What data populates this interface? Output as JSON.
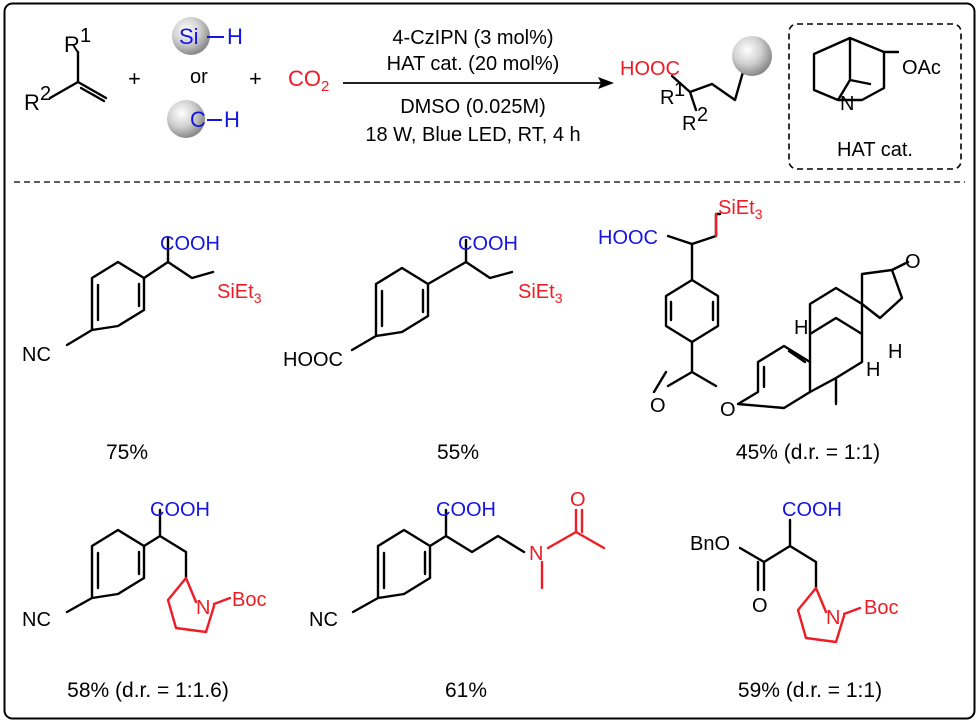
{
  "colors": {
    "frame": "#000000",
    "red": "#ee1c25",
    "blue": "#1515e0",
    "sphere": "#b8b8b8"
  },
  "reaction": {
    "alkene": {
      "r1": "R",
      "r1_sup": "1",
      "r2": "R",
      "r2_sup": "2"
    },
    "plus": "+",
    "si_h": {
      "si": "Si",
      "h": "H"
    },
    "or": "or",
    "c_h": {
      "c": "C",
      "h": "H"
    },
    "co2": {
      "main": "CO",
      "sub": "2"
    },
    "conditions_above": [
      "4-CzIPN (3 mol%)",
      "HAT cat. (20 mol%)"
    ],
    "conditions_below": [
      "DMSO (0.025M)",
      "18 W, Blue LED, RT, 4 h"
    ],
    "product": {
      "acid": "HOOC",
      "r1": "R",
      "r1_sup": "1",
      "r2": "R",
      "r2_sup": "2"
    },
    "hat_box": {
      "oac": "OAc",
      "n": "N",
      "caption": "HAT cat."
    }
  },
  "products": [
    {
      "id": "p1",
      "labels": {
        "cooh": "COOH",
        "si": "SiEt",
        "si_sub": "3",
        "nc": "NC"
      },
      "yield": "75%"
    },
    {
      "id": "p2",
      "labels": {
        "cooh": "COOH",
        "si": "SiEt",
        "si_sub": "3",
        "hooc": "HOOC"
      },
      "yield": "55%"
    },
    {
      "id": "p3",
      "labels": {
        "si": "SiEt",
        "si_sub": "3",
        "hooc": "HOOC",
        "o": "O",
        "h": "H"
      },
      "yield": "45% (d.r. = 1:1)"
    },
    {
      "id": "p4",
      "labels": {
        "cooh": "COOH",
        "nc": "NC",
        "n": "N",
        "boc": "Boc"
      },
      "yield": "58% (d.r. = 1:1.6)"
    },
    {
      "id": "p5",
      "labels": {
        "cooh": "COOH",
        "nc": "NC",
        "n": "N",
        "o": "O"
      },
      "yield": "61%"
    },
    {
      "id": "p6",
      "labels": {
        "cooh": "COOH",
        "bno": "BnO",
        "o": "O",
        "n": "N",
        "boc": "Boc"
      },
      "yield": "59% (d.r. = 1:1)"
    }
  ]
}
